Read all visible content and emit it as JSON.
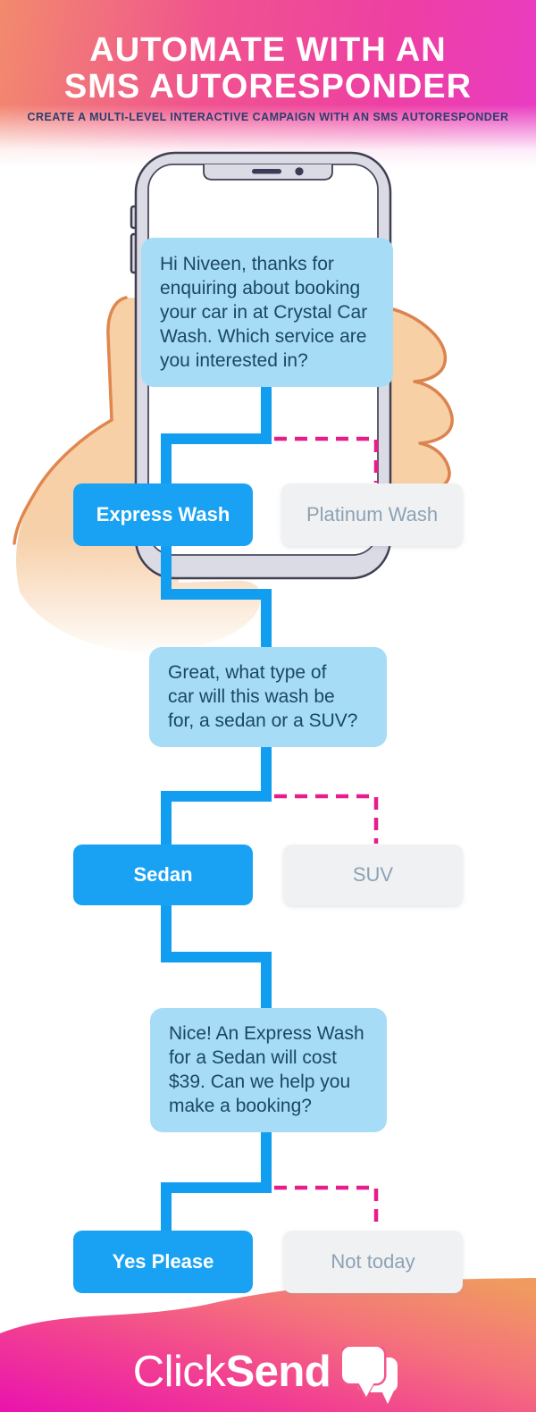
{
  "header": {
    "title_line1": "AUTOMATE WITH AN",
    "title_line2": "SMS AUTORESPONDER",
    "subtitle": "CREATE A MULTI-LEVEL INTERACTIVE CAMPAIGN WITH AN SMS AUTORESPONDER"
  },
  "flow": {
    "messages": [
      {
        "id": "sms-message-1",
        "text": "Hi Niveen, thanks for\nenquiring about booking\nyour car in at Crystal Car\nWash. Which service are\nyou interested in?"
      },
      {
        "id": "sms-message-2",
        "text": "Great, what type of\ncar will this wash be\nfor, a sedan or a SUV?"
      },
      {
        "id": "sms-message-3",
        "text": "Nice! An Express Wash\nfor a Sedan will cost\n$39. Can we help you\nmake a booking?"
      }
    ],
    "choices": [
      {
        "selected": "Express Wash",
        "alternative": "Platinum Wash"
      },
      {
        "selected": "Sedan",
        "alternative": "SUV"
      },
      {
        "selected": "Yes Please",
        "alternative": "Not today"
      }
    ]
  },
  "footer": {
    "brand_light": "Click",
    "brand_bold": "Send"
  },
  "icons": {
    "phone": "smartphone-in-hand-illustration",
    "speaker": "phone-speaker-grille",
    "camera": "phone-front-camera",
    "brand_icon": "chat-bubbles-icon"
  },
  "colors": {
    "accent_blue": "#19a2f3",
    "flow_line_blue": "#129ef0",
    "flow_line_pink": "#e51e8c",
    "bubble_bg": "#a7dcf6",
    "bubble_text": "#1a4766",
    "alt_button_bg": "#f0f1f3",
    "alt_button_text": "#8ca2b4",
    "subtitle_text": "#2e3d6e",
    "header_orange": "#f28a6d",
    "header_pink": "#ee3fa4",
    "footer_magenta": "#e913ae",
    "footer_orange": "#f09a60",
    "skin": "#f8d0a6",
    "skin_outline": "#e0874e"
  }
}
